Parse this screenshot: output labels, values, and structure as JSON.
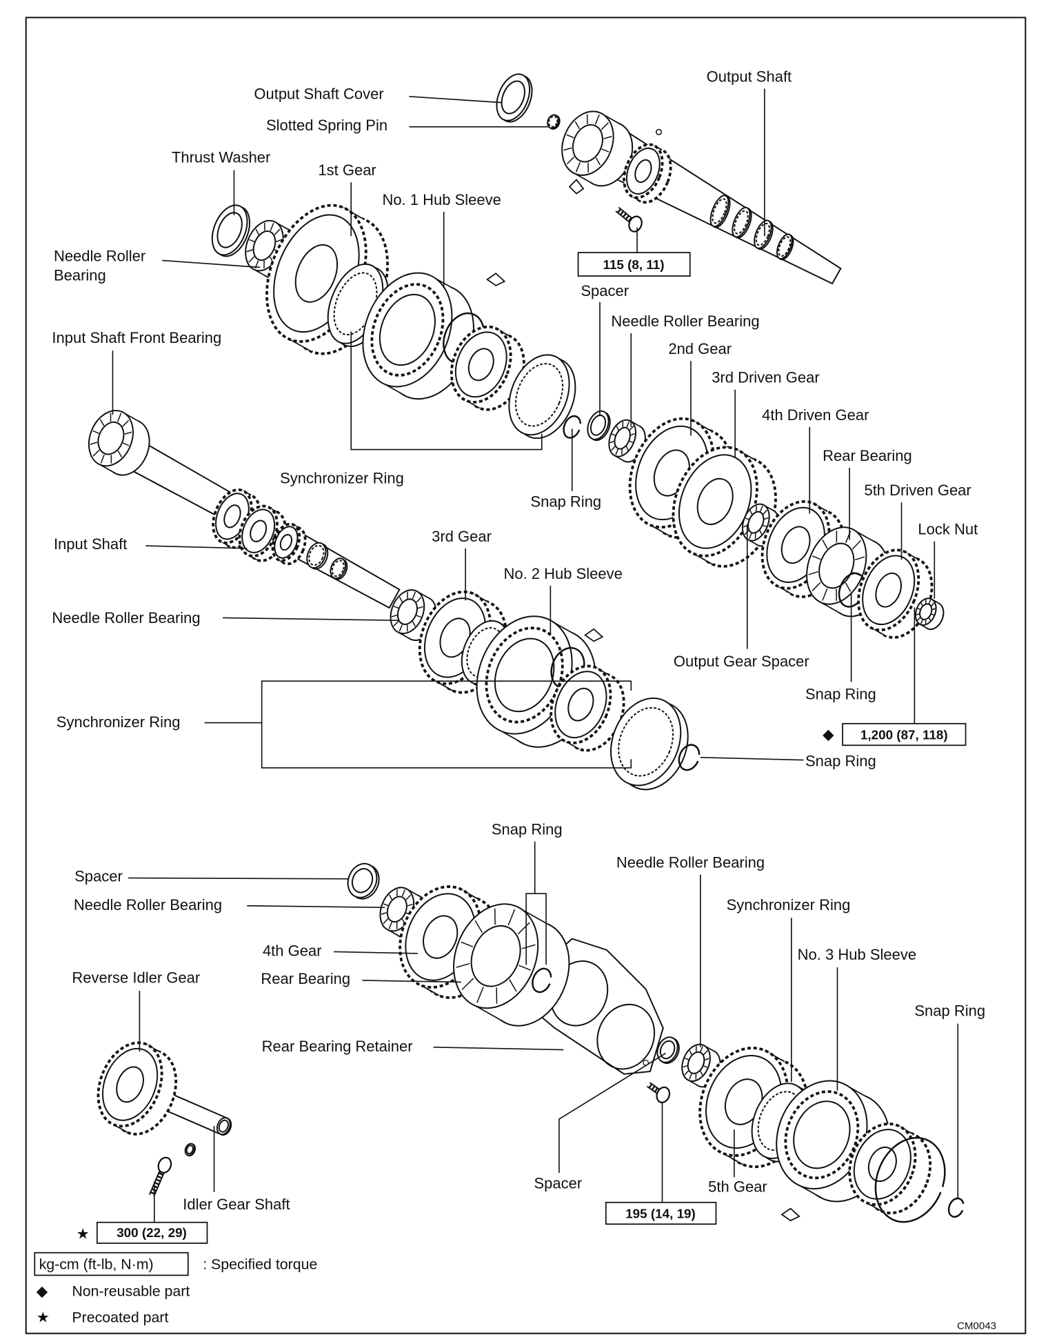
{
  "figure_code": "CM0043",
  "callouts": {
    "output_shaft_cover": "Output Shaft Cover",
    "slotted_spring_pin": "Slotted Spring Pin",
    "output_shaft": "Output Shaft",
    "thrust_washer": "Thrust Washer",
    "first_gear": "1st Gear",
    "hub_sleeve_1": "No. 1 Hub Sleeve",
    "needle_roller_bearing_1_line1": "Needle Roller",
    "needle_roller_bearing_1_line2": "Bearing",
    "spacer_1": "Spacer",
    "needle_roller_bearing_2": "Needle Roller Bearing",
    "second_gear": "2nd Gear",
    "third_driven_gear": "3rd Driven Gear",
    "input_shaft_front_bearing": "Input Shaft Front Bearing",
    "fourth_driven_gear": "4th Driven Gear",
    "rear_bearing_1": "Rear Bearing",
    "synchronizer_ring_1": "Synchronizer Ring",
    "fifth_driven_gear": "5th Driven Gear",
    "snap_ring_1": "Snap Ring",
    "lock_nut": "Lock Nut",
    "input_shaft": "Input Shaft",
    "third_gear": "3rd Gear",
    "hub_sleeve_2": "No. 2 Hub Sleeve",
    "needle_roller_bearing_3": "Needle Roller Bearing",
    "output_gear_spacer": "Output Gear Spacer",
    "snap_ring_2": "Snap Ring",
    "synchronizer_ring_2": "Synchronizer Ring",
    "snap_ring_3": "Snap Ring",
    "snap_ring_4": "Snap Ring",
    "needle_roller_bearing_4": "Needle Roller Bearing",
    "spacer_2": "Spacer",
    "needle_roller_bearing_5": "Needle Roller Bearing",
    "synchronizer_ring_3": "Synchronizer Ring",
    "fourth_gear": "4th Gear",
    "hub_sleeve_3": "No. 3 Hub Sleeve",
    "reverse_idler_gear": "Reverse Idler Gear",
    "rear_bearing_2": "Rear Bearing",
    "snap_ring_5": "Snap Ring",
    "rear_bearing_retainer": "Rear Bearing Retainer",
    "spacer_3": "Spacer",
    "fifth_gear": "5th Gear",
    "idler_gear_shaft": "Idler Gear Shaft"
  },
  "torque_specs": {
    "output_shaft_bolt": "115 (8, 11)",
    "lock_nut": "1,200 (87, 118)",
    "retainer_bolt": "195 (14, 19)",
    "idler_shaft_bolt": "300 (22, 29)"
  },
  "legend": {
    "torque_unit": "kg-cm (ft-lb, N·m)",
    "torque_desc": ": Specified torque",
    "non_reusable_symbol": "◆",
    "non_reusable": "Non-reusable part",
    "precoated_symbol": "★",
    "precoated": "Precoated part"
  }
}
